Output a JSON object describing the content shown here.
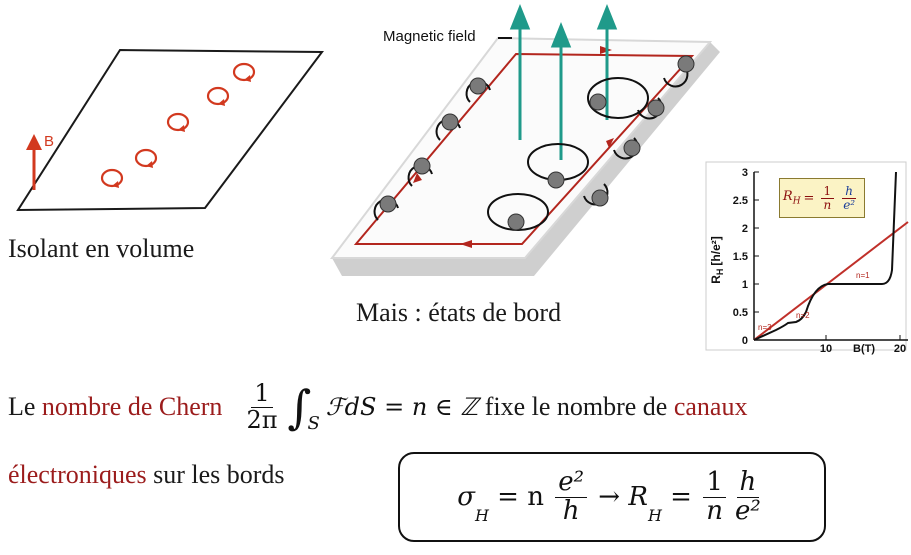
{
  "panel_left": {
    "b_label": "B",
    "caption": "Isolant en volume"
  },
  "panel_middle": {
    "field_label": "Magnetic field",
    "caption": "Mais : états de bord"
  },
  "graph": {
    "ylabel_main": "R",
    "ylabel_sub": "H",
    "ylabel_units": "[h/e²]",
    "xlabel": "B(T)",
    "y_ticks": [
      "0",
      "0.5",
      "1",
      "1.5",
      "2",
      "2.5",
      "3"
    ],
    "x_ticks": [
      "10",
      "20"
    ],
    "plateau_labels": [
      "n=1",
      "n=2",
      "n=3"
    ],
    "legend": {
      "lhs": "R",
      "lhs_sub": "H",
      "num1": "1",
      "den1": "n",
      "num2": "h",
      "den2": "e²"
    },
    "colors": {
      "hall_curve": "#111111",
      "classical_line": "#c0302a"
    }
  },
  "statement": {
    "prefix": "Le ",
    "chern_term": "nombre de Chern",
    "frac_num": "1",
    "frac_den": "2π",
    "integral_sub": "S",
    "integrand": "ℱdS = n ∈ ℤ",
    "middle": " fixe le nombre de ",
    "channel_term": "canaux",
    "channel_term2": "électroniques",
    "suffix": " sur les bords"
  },
  "formula": {
    "sigma": "σ",
    "sigma_sub": "H",
    "eq1": " = n ",
    "num_e": "e²",
    "den_h": "h",
    "arrow": " → ",
    "r": "R",
    "r_sub": "H",
    "eq2": " = ",
    "num_1": "1",
    "den_n": "n",
    "num_h": "h",
    "den_e": "e²"
  },
  "colors": {
    "accent_red": "#9b1c1c",
    "arrow_teal": "#1f9a8a",
    "edge_red": "#b3261e"
  }
}
